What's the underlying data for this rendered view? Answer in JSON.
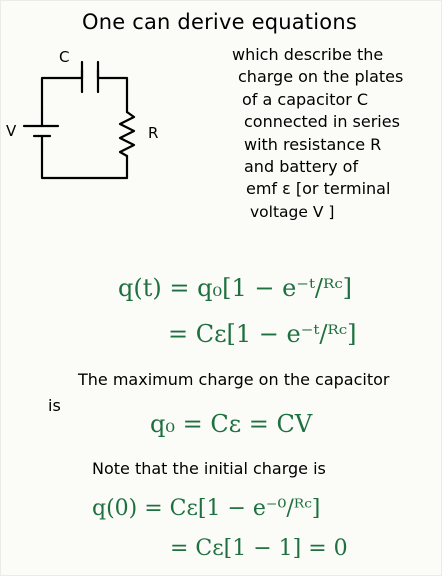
{
  "title": "One can derive equations",
  "description_lines": [
    "which describe the",
    "charge on the plates",
    "of a capacitor C",
    "connected in series",
    "with resistance R",
    "and battery of",
    "emf ε [or terminal",
    "voltage V ]"
  ],
  "circuit": {
    "capacitor_label": "C",
    "resistor_label": "R",
    "battery_label": "V"
  },
  "equations": {
    "eq1": "q(t) = q₀[1 − e⁻ᵗ/ᴿᶜ]",
    "eq2": "= Cε[1 − e⁻ᵗ/ᴿᶜ]",
    "max_charge_text": "The maximum charge on the capacitor",
    "is_text": "is",
    "eq3": "q₀ = Cε = CV",
    "note_text": "Note that the initial charge is",
    "eq4": "q(0) = Cε[1 − e⁻⁰/ᴿᶜ]",
    "eq5": "= Cε[1 − 1] = 0"
  },
  "colors": {
    "ink": "#000000",
    "equation_ink": "#1f7040",
    "paper": "#fbfbf8"
  }
}
